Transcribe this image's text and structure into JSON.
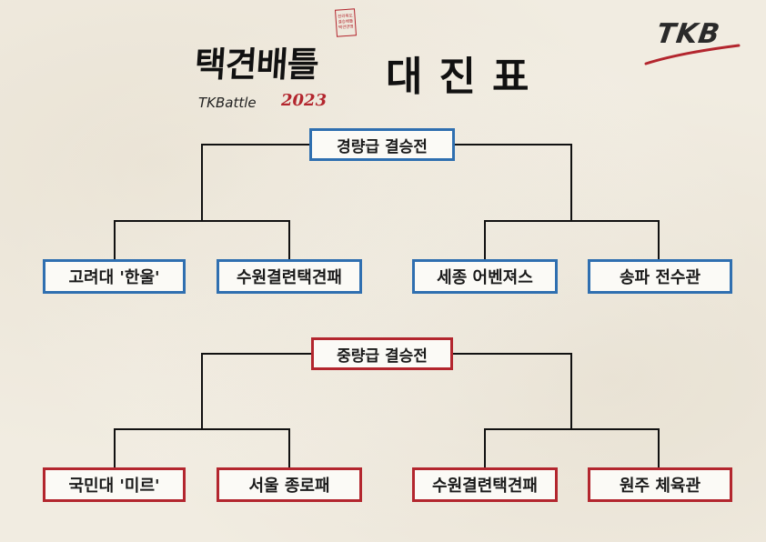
{
  "title": {
    "main": "택견배틀",
    "sub": "TKBattle",
    "year": "2023",
    "stamp_lines": [
      "전라북도",
      "결승배틀",
      "택견연맹"
    ]
  },
  "heading": "대진표",
  "logo": {
    "text": "TKB"
  },
  "colors": {
    "lightweight": "#2f6fb0",
    "middleweight": "#b3262e",
    "line": "#111111",
    "background": "#f1ece1"
  },
  "brackets": {
    "lightweight": {
      "final_label": "경량급 결승전",
      "teams": [
        "고려대 '한울'",
        "수원결련택견패",
        "세종 어벤져스",
        "송파 전수관"
      ]
    },
    "middleweight": {
      "final_label": "중량급 결승전",
      "teams": [
        "국민대 '미르'",
        "서울 종로패",
        "수원결련택견패",
        "원주 체육관"
      ]
    }
  }
}
